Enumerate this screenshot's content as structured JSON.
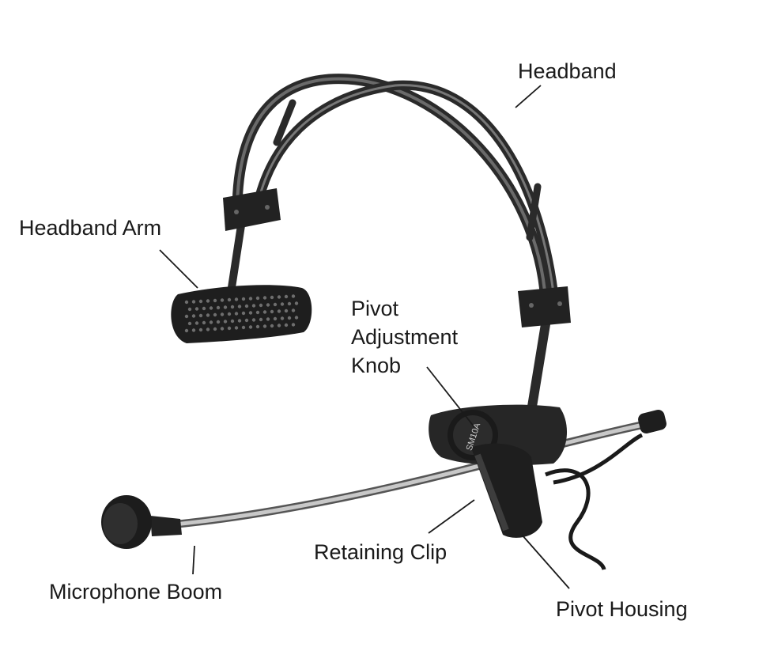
{
  "labels": {
    "headband": "Headband",
    "headband_arm": "Headband Arm",
    "pivot_knob_line1": "Pivot",
    "pivot_knob_line2": "Adjustment",
    "pivot_knob_line3": "Knob",
    "retaining_clip": "Retaining Clip",
    "microphone_boom": "Microphone Boom",
    "pivot_housing": "Pivot Housing"
  },
  "device_markings": {
    "model": "SM10A"
  },
  "colors": {
    "ink": "#1a1a1a",
    "metal": "#b9b9b9",
    "body": "#2b2b2b"
  }
}
